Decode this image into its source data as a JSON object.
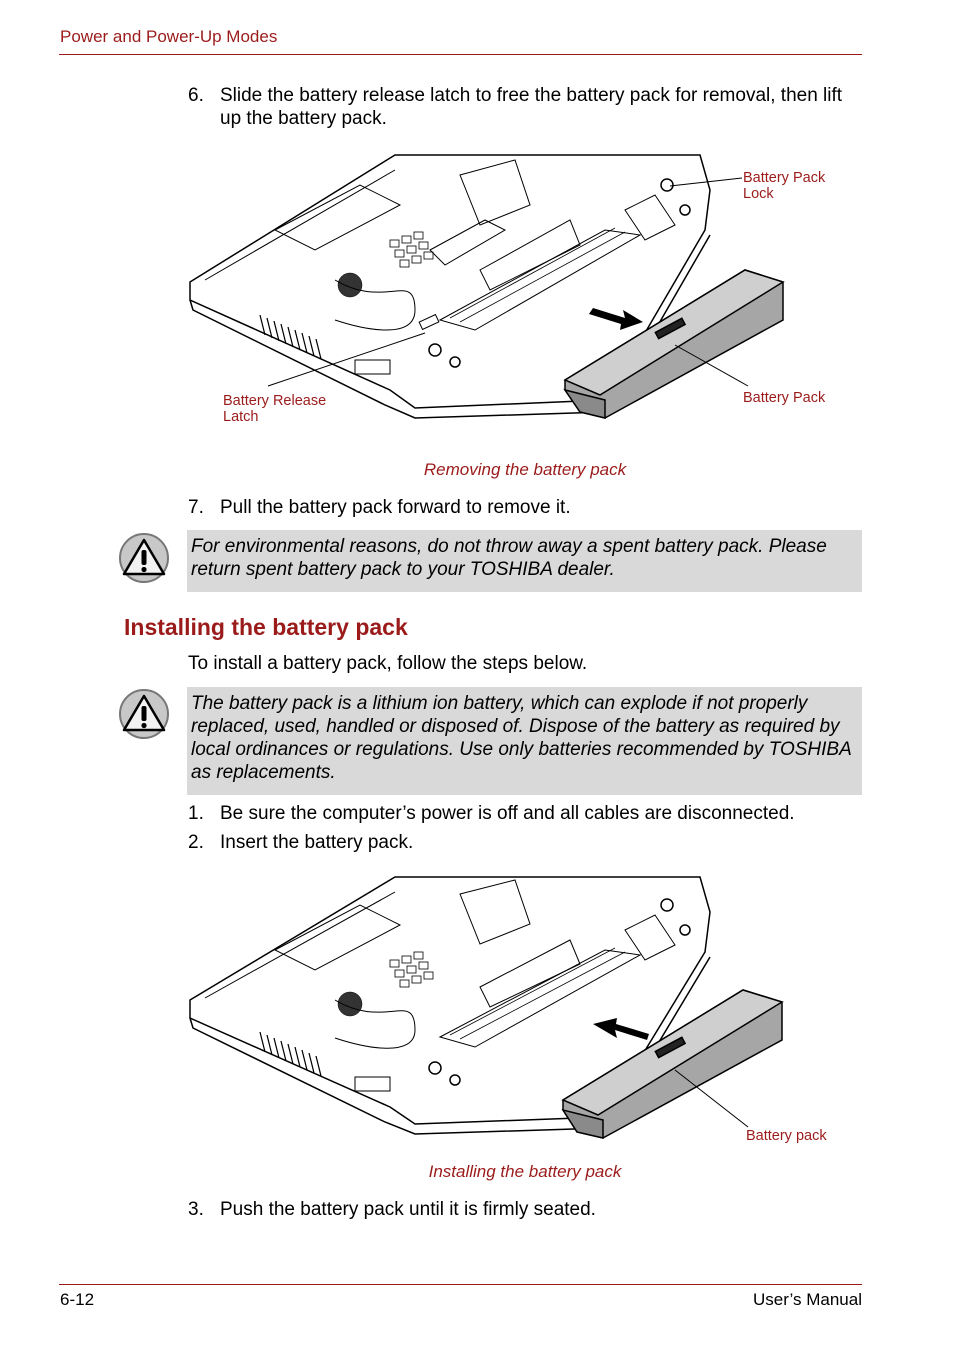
{
  "header": {
    "section_title": "Power and Power-Up Modes"
  },
  "steps_a": [
    {
      "num": "6.",
      "text": "Slide the battery release latch to free the battery pack for removal, then lift up the battery pack."
    }
  ],
  "figure1": {
    "labels": {
      "lock": "Battery Pack\nLock",
      "latch": "Battery Release\nLatch",
      "pack": "Battery Pack"
    },
    "caption": "Removing the battery pack"
  },
  "steps_b": [
    {
      "num": "7.",
      "text": "Pull the battery pack forward to remove it."
    }
  ],
  "note1": {
    "icon": "warning-icon",
    "text": "For environmental reasons, do not throw away a spent battery pack. Please return spent battery pack to your TOSHIBA dealer."
  },
  "section": {
    "heading": "Installing the battery pack",
    "intro": "To install a battery pack, follow the steps below."
  },
  "note2": {
    "icon": "warning-icon",
    "text": "The battery pack is a lithium ion battery, which can explode if not properly replaced, used, handled or disposed of. Dispose of the battery as required by local ordinances or regulations. Use only batteries recommended by TOSHIBA as replacements."
  },
  "steps_c": [
    {
      "num": "1.",
      "text": "Be sure the computer’s power is off and all cables are disconnected."
    },
    {
      "num": "2.",
      "text": "Insert the battery pack."
    }
  ],
  "figure2": {
    "labels": {
      "pack": "Battery pack"
    },
    "caption": "Installing the battery pack"
  },
  "steps_d": [
    {
      "num": "3.",
      "text": "Push the battery pack until it is firmly seated."
    }
  ],
  "footer": {
    "page_number": "6-12",
    "manual_title": "User’s Manual"
  },
  "colors": {
    "accent": "#9b1b1b",
    "note_bg": "#d9d9d9"
  }
}
